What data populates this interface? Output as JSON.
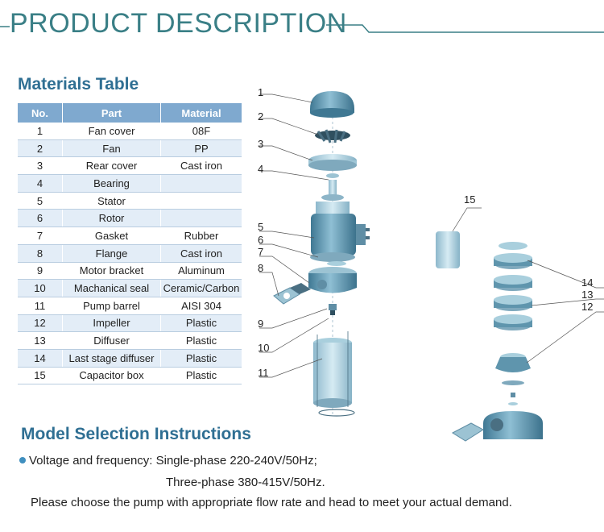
{
  "header": {
    "title": "PRODUCT DESCRIPTION"
  },
  "materials": {
    "title": "Materials Table",
    "columns": [
      "No.",
      "Part",
      "Material"
    ],
    "rows": [
      {
        "no": "1",
        "part": "Fan cover",
        "material": "08F"
      },
      {
        "no": "2",
        "part": "Fan",
        "material": "PP"
      },
      {
        "no": "3",
        "part": "Rear cover",
        "material": "Cast iron"
      },
      {
        "no": "4",
        "part": "Bearing",
        "material": ""
      },
      {
        "no": "5",
        "part": "Stator",
        "material": ""
      },
      {
        "no": "6",
        "part": "Rotor",
        "material": ""
      },
      {
        "no": "7",
        "part": "Gasket",
        "material": "Rubber"
      },
      {
        "no": "8",
        "part": "Flange",
        "material": "Cast iron"
      },
      {
        "no": "9",
        "part": "Motor bracket",
        "material": "Aluminum"
      },
      {
        "no": "10",
        "part": "Machanical seal",
        "material": "Ceramic/Carbon"
      },
      {
        "no": "11",
        "part": "Pump barrel",
        "material": "AISI 304"
      },
      {
        "no": "12",
        "part": "Impeller",
        "material": "Plastic"
      },
      {
        "no": "13",
        "part": "Diffuser",
        "material": "Plastic"
      },
      {
        "no": "14",
        "part": "Last stage diffuser",
        "material": "Plastic"
      },
      {
        "no": "15",
        "part": "Capacitor box",
        "material": "Plastic"
      }
    ]
  },
  "diagram": {
    "callouts": [
      "1",
      "2",
      "3",
      "4",
      "5",
      "6",
      "7",
      "8",
      "9",
      "10",
      "11",
      "12",
      "13",
      "14",
      "15"
    ]
  },
  "model": {
    "title": "Model Selection Instructions",
    "voltage_line": "Voltage and frequency: Single-phase 220-240V/50Hz;",
    "three_phase_line": "Three-phase 380-415V/50Hz.",
    "choose_line": "Please choose the pump with appropriate flow rate and head to meet  your actual demand."
  },
  "colors": {
    "accent": "#3a7f86",
    "heading": "#2f6f93",
    "table_header": "#7fa9cf",
    "part_fill": "#5f95ad"
  }
}
